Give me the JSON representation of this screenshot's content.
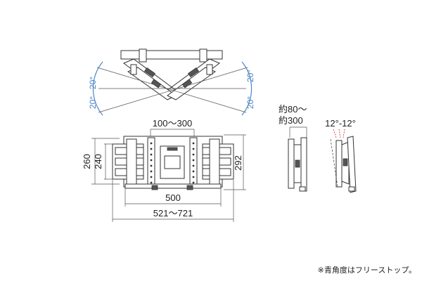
{
  "colors": {
    "line": "#333333",
    "angle_blue": "#4a86c5",
    "tilt_red": "#d0242a"
  },
  "top_view": {
    "angle_left_upper": "20°",
    "angle_left_lower": "20°",
    "angle_right_upper": "20°",
    "angle_right_lower": "20°"
  },
  "front_view": {
    "dim_top": "100～300",
    "dim_height_outer": "260",
    "dim_height_inner": "240",
    "dim_height_right": "292",
    "dim_width_inner": "500",
    "dim_width_outer": "521～721"
  },
  "side_view": {
    "depth_line1": "約80～",
    "depth_line2": "約300",
    "tilt_label": "12°-12°"
  },
  "footnote": "※青角度はフリーストップ。"
}
